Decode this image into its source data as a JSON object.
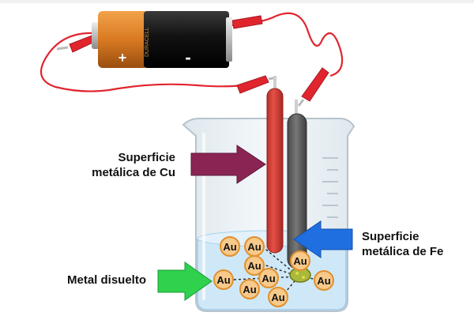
{
  "battery": {
    "plus_symbol": "+",
    "minus_symbol": "-",
    "brand_text": "DURACELL",
    "colors": {
      "body": "#1a1a1a",
      "cap": "#d97a22",
      "wire": "#e0252f"
    }
  },
  "labels": {
    "cu_line1": "Superficie",
    "cu_line2": "metálica de Cu",
    "fe_line1": "Superficie",
    "fe_line2": "metálica de Fe",
    "metal": "Metal disuelto"
  },
  "ions": {
    "symbol": "Au",
    "count": 9
  },
  "colors": {
    "cu_electrode": "#d9413a",
    "fe_electrode": "#5f5f5f",
    "arrow_cu": "#8a2553",
    "arrow_fe": "#1f6fe0",
    "arrow_metal": "#2fd14d",
    "ion_fill": "#f7c98a",
    "ion_stroke": "#e0902d",
    "solution": "#cfe8f7"
  }
}
